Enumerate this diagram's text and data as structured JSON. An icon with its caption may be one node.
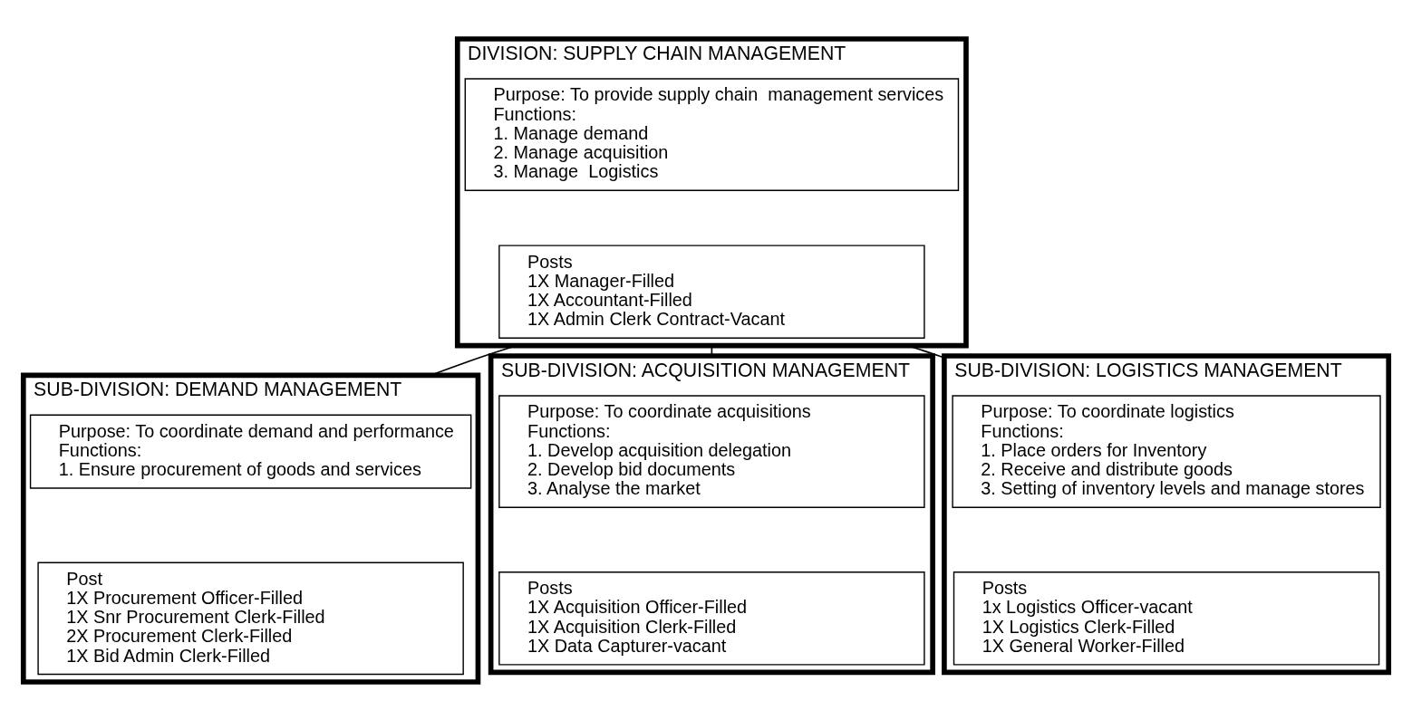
{
  "diagram": {
    "nodes": [
      {
        "text": [
          "DIVISION: SUPPLY CHAIN MANAGEMENT"
        ]
      },
      {
        "text": [
          "Purpose: To provide supply chain  management services",
          "Functions:",
          "1. Manage demand",
          "2. Manage acquisition",
          "3. Manage  Logistics"
        ],
        "in": 0
      },
      {
        "text": [
          "Posts",
          "1X Manager-Filled",
          "1X Accountant-Filled",
          "1X Admin Clerk Contract-Vacant"
        ],
        "in": 0
      },
      {
        "text": [
          "SUB-DIVISION: DEMAND MANAGEMENT"
        ]
      },
      {
        "text": [
          "Purpose: To coordinate demand and performance",
          "Functions:",
          "1. Ensure procurement of goods and services"
        ],
        "in": 3
      },
      {
        "text": [
          "Post",
          "1X Procurement Officer-Filled",
          "1X Snr Procurement Clerk-Filled",
          "2X Procurement Clerk-Filled",
          "1X Bid Admin Clerk-Filled"
        ],
        "in": 3
      },
      {
        "text": [
          "SUB-DIVISION: ACQUISITION MANAGEMENT"
        ]
      },
      {
        "text": [
          "Purpose: To coordinate acquisitions",
          "Functions:",
          "1. Develop acquisition delegation",
          "2. Develop bid documents",
          "3. Analyse the market"
        ],
        "in": 6
      },
      {
        "text": [
          "Posts",
          "1X Acquisition Officer-Filled",
          "1X Acquisition Clerk-Filled",
          "1X Data Capturer-vacant"
        ],
        "in": 6
      },
      {
        "text": [
          "SUB-DIVISION: LOGISTICS MANAGEMENT"
        ]
      },
      {
        "text": [
          "Purpose: To coordinate logistics",
          "Functions:",
          "1. Place orders for Inventory",
          "2. Receive and distribute goods",
          "3. Setting of inventory levels and manage stores"
        ],
        "in": 9
      },
      {
        "text": [
          "Posts",
          "1x Logistics Officer-vacant",
          "1X Logistics Clerk-Filled",
          "1X General Worker-Filled"
        ],
        "in": 9
      }
    ],
    "edges": [
      {
        "from": 0,
        "to": 3,
        "arrow": "none"
      },
      {
        "from": 0,
        "to": 6,
        "arrow": "none"
      },
      {
        "from": 0,
        "to": 9,
        "arrow": "none"
      }
    ]
  }
}
